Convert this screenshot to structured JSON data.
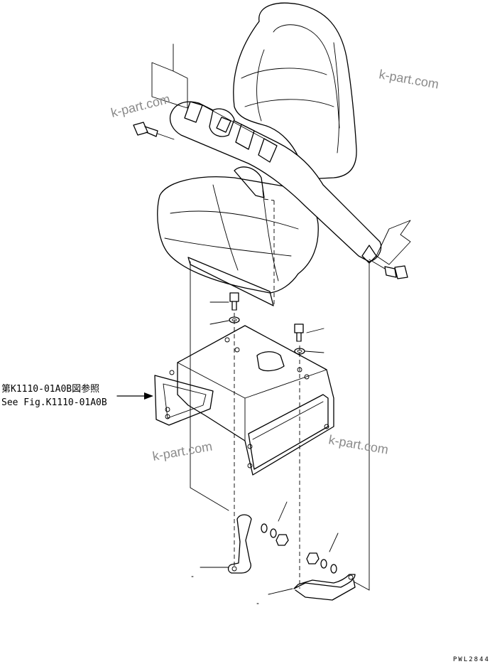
{
  "reference_note": {
    "line1": "第K1110-01A0B図参照",
    "line2": "See Fig.K1110-01A0B"
  },
  "watermarks": [
    "k-part.com",
    "k-part.com",
    "k-part.com",
    "k-part.com"
  ],
  "drawing_code": "PWL2844"
}
